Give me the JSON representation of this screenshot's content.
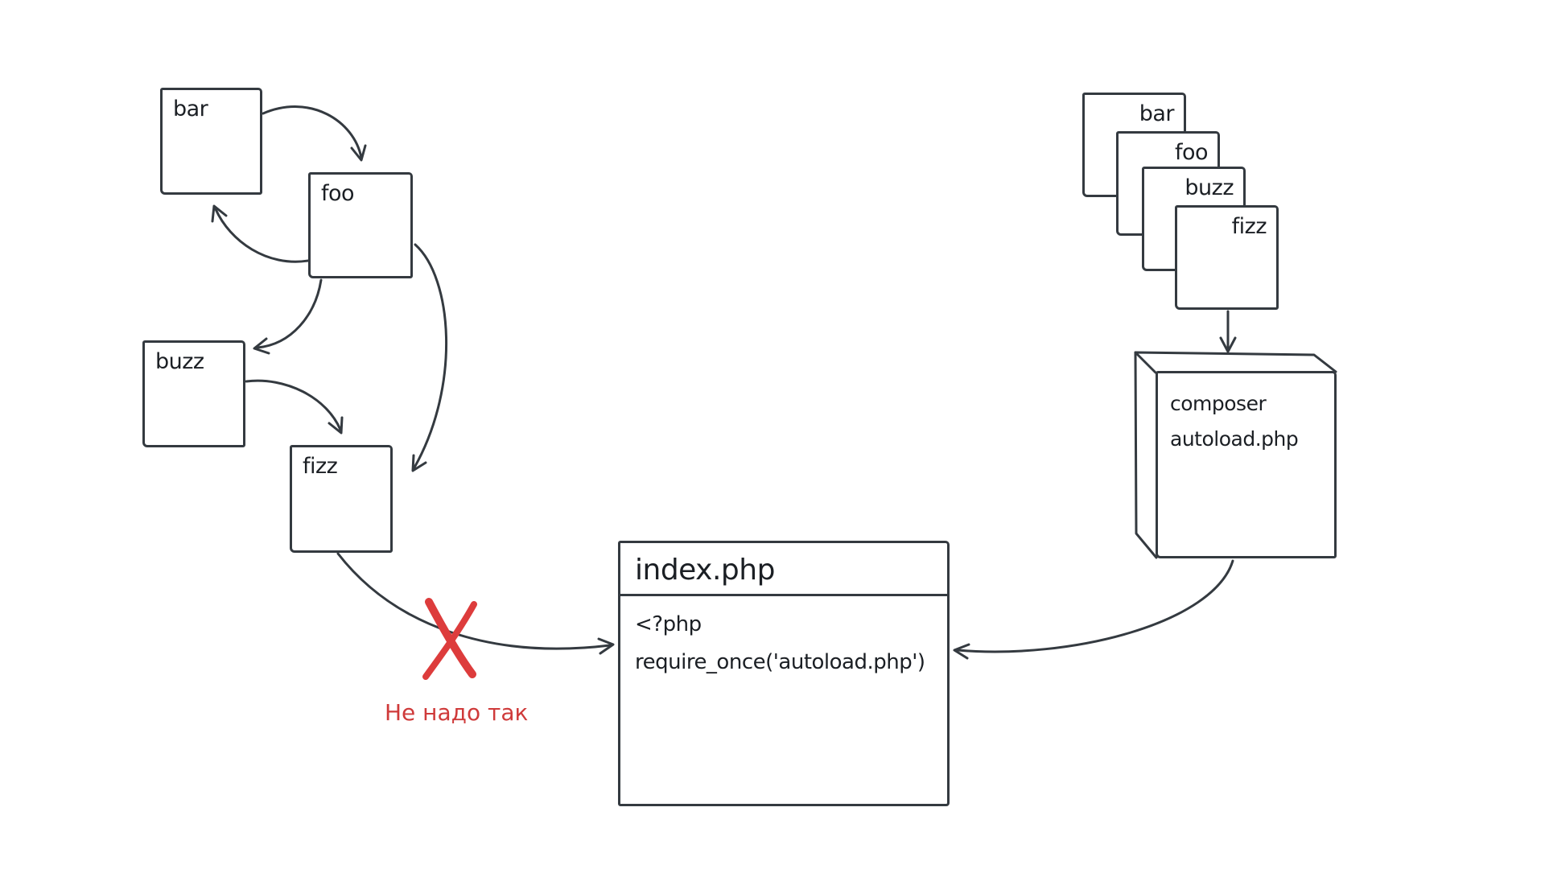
{
  "palette": {
    "background": "#ffffff",
    "stroke": "#343a40",
    "text": "#1b1f24",
    "warning_red": "#dd3c3c"
  },
  "cycle_nodes": [
    {
      "label": "bar"
    },
    {
      "label": "foo"
    },
    {
      "label": "buzz"
    },
    {
      "label": "fizz"
    }
  ],
  "stack_nodes": [
    {
      "label": "bar"
    },
    {
      "label": "foo"
    },
    {
      "label": "buzz"
    },
    {
      "label": "fizz"
    }
  ],
  "index_box": {
    "title": "index.php",
    "code": [
      "<?php",
      "require_once('autoload.php')"
    ]
  },
  "composer_box": {
    "lines": [
      "composer",
      "autoload.php"
    ]
  },
  "warning": {
    "label": "Не надо так"
  }
}
